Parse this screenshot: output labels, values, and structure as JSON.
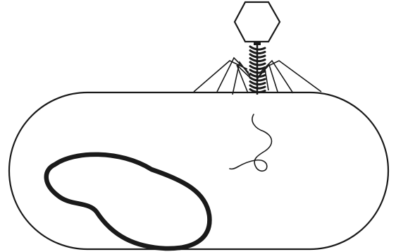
{
  "colors": {
    "background": "#ffffff",
    "stroke": "#1a1a1a",
    "genome_stroke": "#1a1a1a",
    "fill": "#ffffff"
  },
  "figure": {
    "elements": [
      "bacterial-cell",
      "bacterial-chromosome",
      "phage-head",
      "phage-sheath",
      "phage-tail-fibers",
      "injected-phage-dna"
    ]
  }
}
